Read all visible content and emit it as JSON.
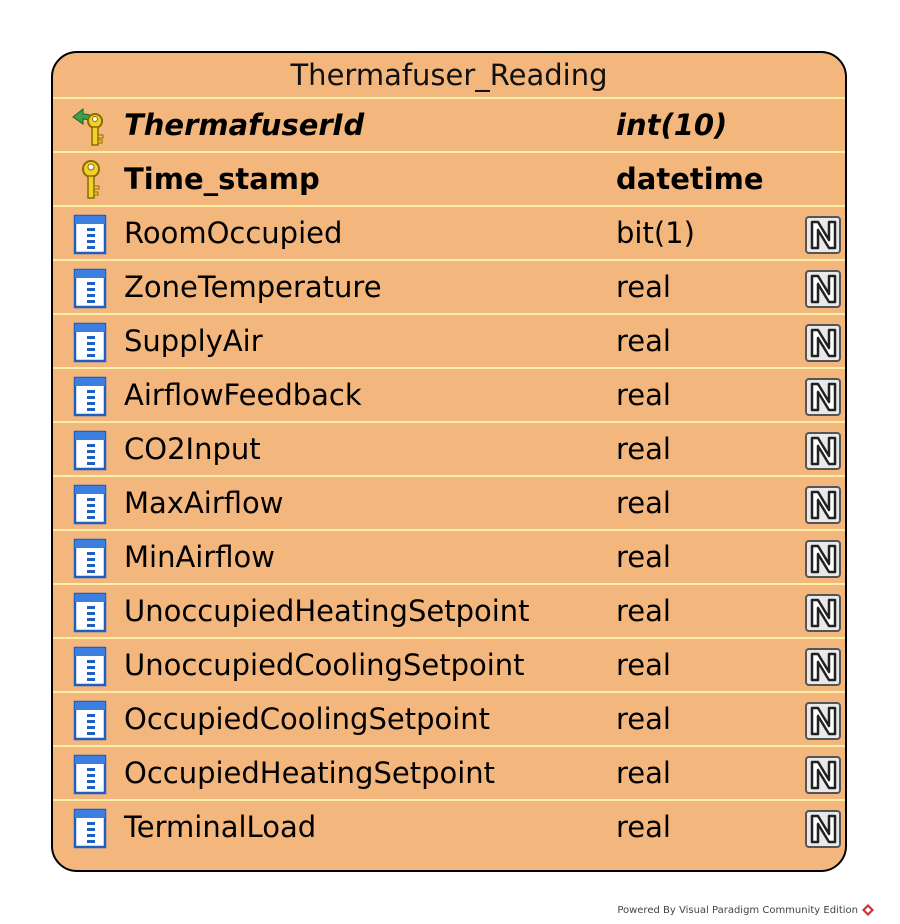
{
  "entity": {
    "name": "Thermafuser_Reading",
    "columns": [
      {
        "name": "ThermafuserId",
        "type": "int(10)",
        "key": "fk",
        "nullable": false
      },
      {
        "name": "Time_stamp",
        "type": "datetime",
        "key": "pk",
        "nullable": false
      },
      {
        "name": "RoomOccupied",
        "type": "bit(1)",
        "key": "none",
        "nullable": true
      },
      {
        "name": "ZoneTemperature",
        "type": "real",
        "key": "none",
        "nullable": true
      },
      {
        "name": "SupplyAir",
        "type": "real",
        "key": "none",
        "nullable": true
      },
      {
        "name": "AirflowFeedback",
        "type": "real",
        "key": "none",
        "nullable": true
      },
      {
        "name": "CO2Input",
        "type": "real",
        "key": "none",
        "nullable": true
      },
      {
        "name": "MaxAirflow",
        "type": "real",
        "key": "none",
        "nullable": true
      },
      {
        "name": "MinAirflow",
        "type": "real",
        "key": "none",
        "nullable": true
      },
      {
        "name": "UnoccupiedHeatingSetpoint",
        "type": "real",
        "key": "none",
        "nullable": true
      },
      {
        "name": "UnoccupiedCoolingSetpoint",
        "type": "real",
        "key": "none",
        "nullable": true
      },
      {
        "name": "OccupiedCoolingSetpoint",
        "type": "real",
        "key": "none",
        "nullable": true
      },
      {
        "name": "OccupiedHeatingSetpoint",
        "type": "real",
        "key": "none",
        "nullable": true
      },
      {
        "name": "TerminalLoad",
        "type": "real",
        "key": "none",
        "nullable": true
      }
    ]
  },
  "footer": {
    "text": "Powered By Visual Paradigm Community Edition"
  },
  "colors": {
    "entity_fill": "#f3b77e",
    "row_divider": "#fdf0a6",
    "key_gold": "#e8c11c",
    "column_icon_blue": "#2b6fd6"
  }
}
